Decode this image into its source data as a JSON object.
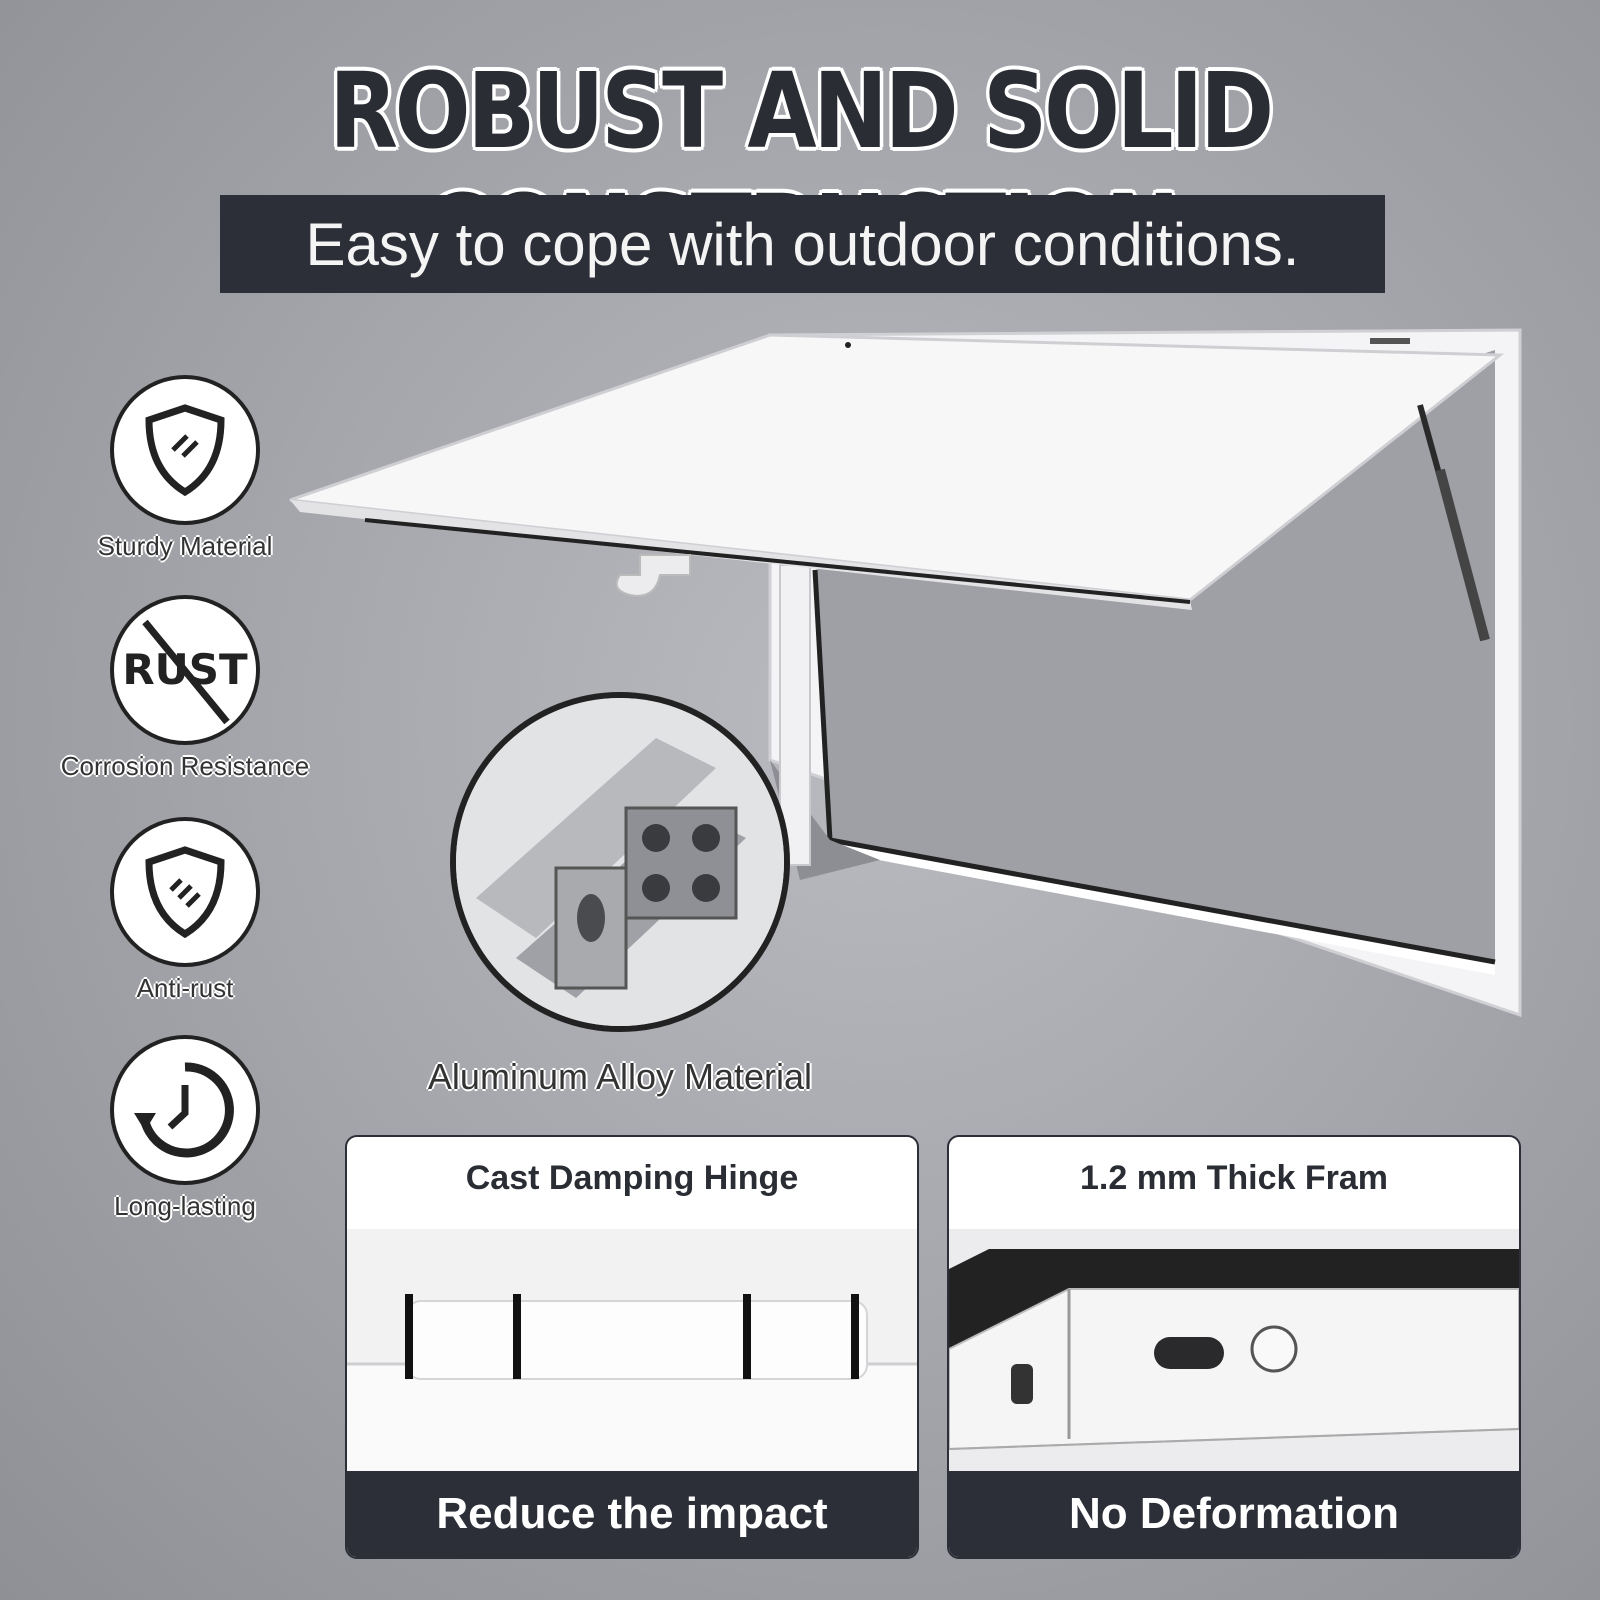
{
  "header": {
    "title": "ROBUST AND SOLID CONSTRUCTION",
    "subtitle": "Easy to cope with outdoor conditions."
  },
  "features": [
    {
      "label": "Sturdy Material",
      "icon": "shield-icon"
    },
    {
      "label": "Corrosion Resistance",
      "icon": "no-rust-icon",
      "icon_text": "RUST"
    },
    {
      "label": "Anti-rust",
      "icon": "shield-icon"
    },
    {
      "label": "Long-lasting",
      "icon": "clock-cycle-icon"
    }
  ],
  "detail": {
    "label": "Aluminum Alloy Material"
  },
  "cards": [
    {
      "title": "Cast Damping Hinge",
      "footer": "Reduce the impact"
    },
    {
      "title": "1.2 mm Thick Fram",
      "footer": "No Deformation"
    }
  ],
  "colors": {
    "dark": "#2d2f38",
    "background": "#a6a8ae",
    "panel": "#ffffff"
  }
}
